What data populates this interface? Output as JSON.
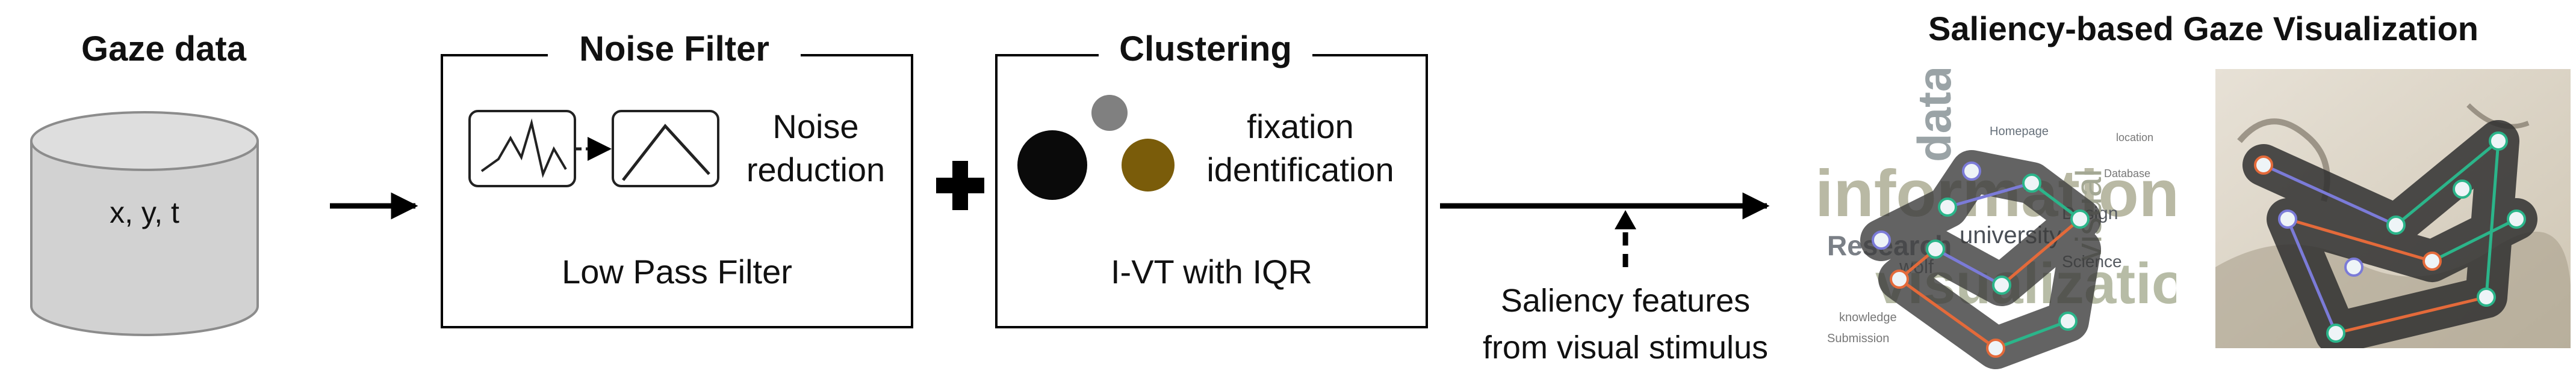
{
  "gaze_data": {
    "title": "Gaze data",
    "fields": "x, y, t"
  },
  "noise_filter": {
    "title": "Noise Filter",
    "desc_line1": "Noise",
    "desc_line2": "reduction",
    "method": "Low Pass Filter"
  },
  "operator": "+",
  "clustering": {
    "title": "Clustering",
    "desc_line1": "fixation",
    "desc_line2": "identification",
    "method": "I-VT with IQR",
    "dot_colors": [
      "#808080",
      "#0a0a0a",
      "#7a5c0a"
    ]
  },
  "saliency_input": {
    "line1": "Saliency features",
    "line2": "from visual stimulus"
  },
  "output": {
    "title": "Saliency-based Gaze Visualization",
    "word_cloud_words": [
      "information",
      "data",
      "visualization",
      "Research",
      "university",
      "Design",
      "visual",
      "Science",
      "wolf",
      "Homepage",
      "knowledge",
      "Submission",
      "location",
      "Database"
    ]
  },
  "colors": {
    "stroke": "#000000",
    "cylinder": "#d2d2d2",
    "cylinder_edge": "#8c8c8c"
  }
}
